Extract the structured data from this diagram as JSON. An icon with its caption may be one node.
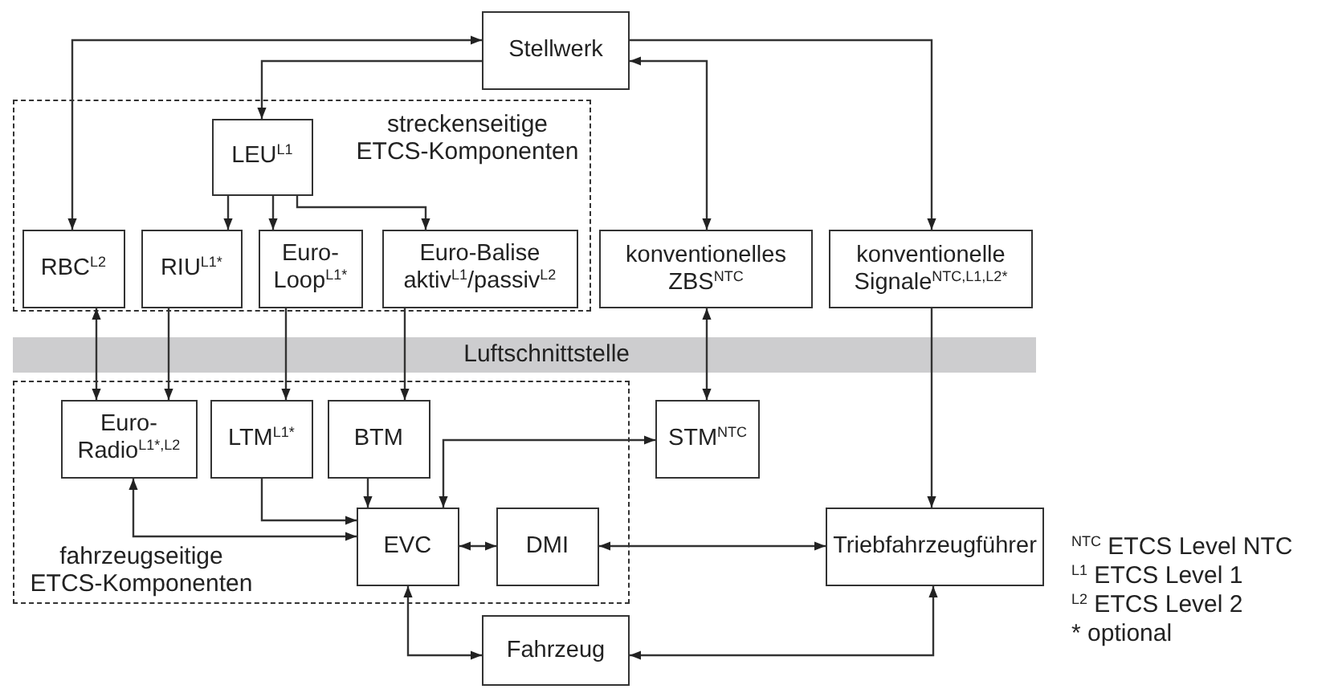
{
  "diagram": {
    "nodes": [
      {
        "text": [
          "Stellwerk"
        ]
      },
      {
        "text": [
          "streckenseitige ETCS-Komponenten"
        ]
      },
      {
        "text": [
          "LEU$^{L1}$"
        ],
        "in": 1
      },
      {
        "text": [
          "RBC$^{L2}$"
        ],
        "in": 1
      },
      {
        "text": [
          "RIU$^{L1*}$"
        ],
        "in": 1
      },
      {
        "text": [
          "Euro-Loop$^{L1*}$"
        ],
        "in": 1
      },
      {
        "text": [
          "Euro-Balise aktiv$^{L1}$/passiv$^{L2}$"
        ],
        "in": 1
      },
      {
        "text": [
          "konventionelles ZBS$^{NTC}$"
        ]
      },
      {
        "text": [
          "konventionelle Signale$^{NTC,L1,L2*}$"
        ]
      },
      {
        "text": [
          "fahrzeugseitige ETCS-Komponenten"
        ]
      },
      {
        "text": [
          "Euro-Radio$^{L1*,L2}$"
        ],
        "in": 9
      },
      {
        "text": [
          "LTM$^{L1*}$"
        ],
        "in": 9
      },
      {
        "text": [
          "BTM"
        ],
        "in": 9
      },
      {
        "text": [
          "EVC"
        ],
        "in": 9
      },
      {
        "text": [
          "DMI"
        ],
        "in": 9
      },
      {
        "text": [
          "STM$^{NTC}$"
        ]
      },
      {
        "text": [
          "Triebfahrzeugführer"
        ]
      },
      {
        "text": [
          "Fahrzeug"
        ]
      }
    ],
    "edges": [
      {
        "from": 0,
        "to": 3,
        "arrow": "both"
      },
      {
        "from": 0,
        "to": 2,
        "arrow": "to"
      },
      {
        "from": 0,
        "to": 7,
        "arrow": "both"
      },
      {
        "from": 0,
        "to": 8,
        "arrow": "to"
      },
      {
        "from": 2,
        "to": 4,
        "arrow": "to"
      },
      {
        "from": 2,
        "to": 5,
        "arrow": "to"
      },
      {
        "from": 2,
        "to": 6,
        "arrow": "to"
      },
      {
        "from": 3,
        "to": 10,
        "arrow": "both"
      },
      {
        "from": 4,
        "to": 10,
        "arrow": "to"
      },
      {
        "from": 5,
        "to": 11,
        "arrow": "to"
      },
      {
        "from": 6,
        "to": 12,
        "arrow": "to"
      },
      {
        "from": 7,
        "to": 15,
        "arrow": "both"
      },
      {
        "from": 8,
        "to": 16,
        "arrow": "to"
      },
      {
        "from": 11,
        "to": 13,
        "arrow": "to"
      },
      {
        "from": 12,
        "to": 13,
        "arrow": "to"
      },
      {
        "from": 10,
        "to": 13,
        "arrow": "both"
      },
      {
        "from": 13,
        "to": 15,
        "arrow": "both"
      },
      {
        "from": 13,
        "to": 14,
        "arrow": "both"
      },
      {
        "from": 14,
        "to": 16,
        "arrow": "both"
      },
      {
        "from": 13,
        "to": 17,
        "arrow": "both"
      },
      {
        "from": 17,
        "to": 16,
        "arrow": "both"
      }
    ],
    "labels": [
      "Luftschnittstelle"
    ],
    "legend": [
      {
        "text": "$^{NTC}$ ETCS Level NTC"
      },
      {
        "text": "$^{L1}$ ETCS Level 1"
      },
      {
        "text": "$^{L2}$ ETCS Level 2"
      },
      {
        "text": "* optional"
      }
    ]
  }
}
